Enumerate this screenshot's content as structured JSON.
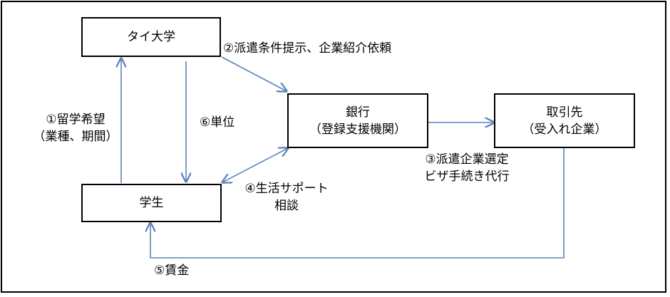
{
  "nodes": {
    "thai_university": "タイ大学",
    "bank_line1": "銀行",
    "bank_line2": "（登録支援機関）",
    "client_line1": "取引先",
    "client_line2": "（受入れ企業）",
    "student": "学生"
  },
  "edges": {
    "e1_line1": "①留学希望",
    "e1_line2": "（業種、期間）",
    "e2": "②派遣条件提示、企業紹介依頼",
    "e3_line1": "③派遣企業選定",
    "e3_line2": "ビザ手続き代行",
    "e4_line1": "④生活サポート",
    "e4_line2": "相談",
    "e5": "⑤賃金",
    "e6": "⑥単位"
  },
  "colors": {
    "arrow": "#5b84b8",
    "border": "#000000"
  }
}
